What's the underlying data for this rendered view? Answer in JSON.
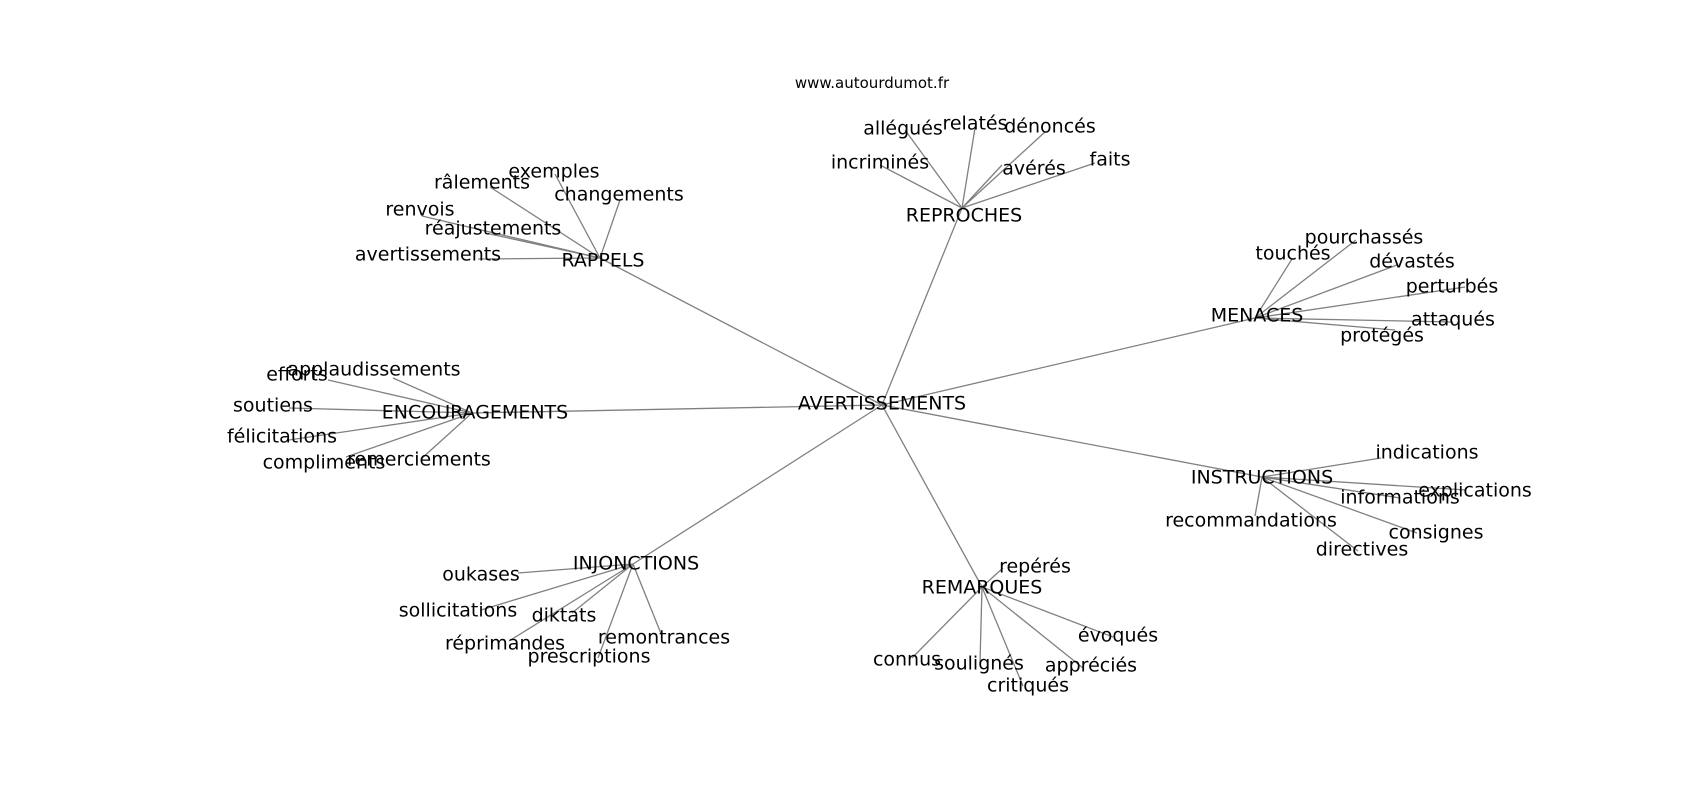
{
  "watermark": "www.autourdumot.fr",
  "center": "AVERTISSEMENTS",
  "groups": [
    {
      "label": "REPROCHES",
      "words": [
        "allégués",
        "relatés",
        "dénoncés",
        "incriminés",
        "avérés",
        "faits"
      ]
    },
    {
      "label": "RAPPELS",
      "words": [
        "râlements",
        "exemples",
        "changements",
        "renvois",
        "réajustements",
        "avertissements"
      ]
    },
    {
      "label": "MENACES",
      "words": [
        "touchés",
        "pourchassés",
        "dévastés",
        "perturbés",
        "attaqués",
        "protégés"
      ]
    },
    {
      "label": "ENCOURAGEMENTS",
      "words": [
        "efforts",
        "applaudissements",
        "soutiens",
        "félicitations",
        "compliments",
        "remerciements"
      ]
    },
    {
      "label": "INSTRUCTIONS",
      "words": [
        "indications",
        "explications",
        "informations",
        "recommandations",
        "consignes",
        "directives"
      ]
    },
    {
      "label": "INJONCTIONS",
      "words": [
        "oukases",
        "sollicitations",
        "diktats",
        "réprimandes",
        "prescriptions",
        "remontrances"
      ]
    },
    {
      "label": "REMARQUES",
      "words": [
        "repérés",
        "évoqués",
        "connus",
        "soulignés",
        "appréciés",
        "critiqués"
      ]
    }
  ]
}
